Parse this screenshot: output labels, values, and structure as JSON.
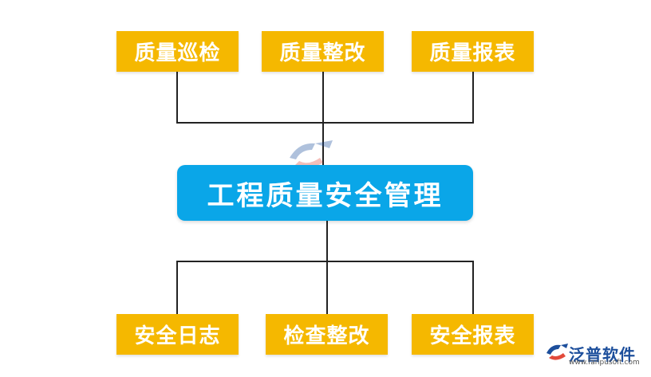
{
  "center": {
    "label": "工程质量安全管理"
  },
  "top_boxes": [
    {
      "label": "质量巡检"
    },
    {
      "label": "质量整改"
    },
    {
      "label": "质量报表"
    }
  ],
  "bottom_boxes": [
    {
      "label": "安全日志"
    },
    {
      "label": "检查整改"
    },
    {
      "label": "安全报表"
    }
  ],
  "logo": {
    "name": "泛普软件",
    "url": "www.fanpusoft.com"
  },
  "colors": {
    "box": "#f5b800",
    "center": "#0aa6e8",
    "line": "#222222",
    "logo": "#1d4f9c"
  }
}
